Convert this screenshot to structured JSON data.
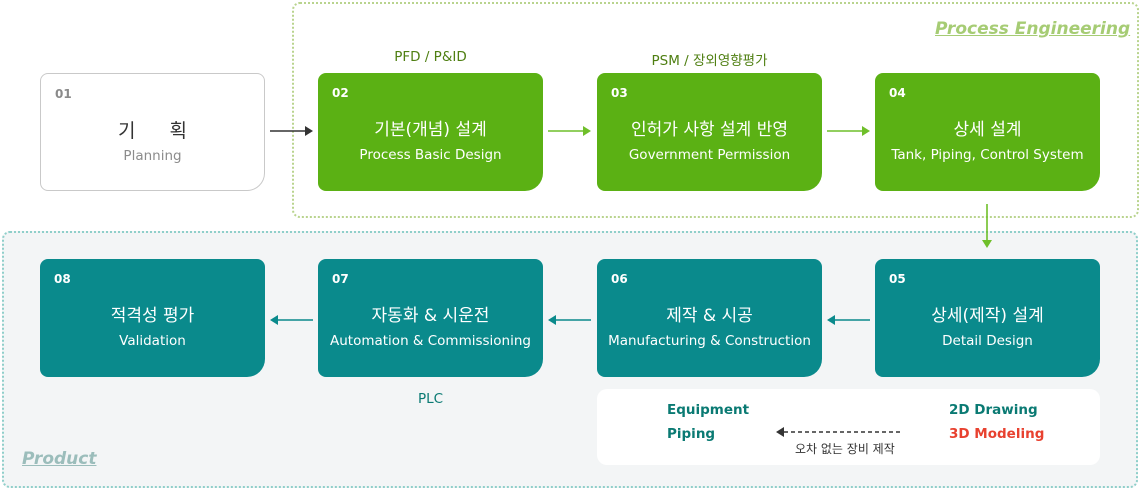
{
  "regions": {
    "process_engineering": "Process Engineering",
    "product": "Product"
  },
  "steps": [
    {
      "num": "01",
      "ko": "기 획",
      "en": "Planning"
    },
    {
      "num": "02",
      "ko": "기본(개념) 설계",
      "en": "Process Basic Design"
    },
    {
      "num": "03",
      "ko": "인허가 사항 설계 반영",
      "en": "Government Permission"
    },
    {
      "num": "04",
      "ko": "상세 설계",
      "en": "Tank, Piping, Control System"
    },
    {
      "num": "05",
      "ko": "상세(제작) 설계",
      "en": "Detail Design"
    },
    {
      "num": "06",
      "ko": "제작 & 시공",
      "en": "Manufacturing & Construction"
    },
    {
      "num": "07",
      "ko": "자동화 & 시운전",
      "en": "Automation & Commissioning"
    },
    {
      "num": "08",
      "ko": "적격성 평가",
      "en": "Validation"
    }
  ],
  "labels": {
    "pfd": "PFD / P&ID",
    "psm": "PSM / 장외영향평가",
    "plc": "PLC"
  },
  "info": {
    "equipment": "Equipment",
    "piping": "Piping",
    "drawing_2d": "2D Drawing",
    "modeling_3d": "3D Modeling",
    "note": "오차 없는 장비 제작"
  },
  "colors": {
    "green": "#5bb114",
    "teal": "#0a8a8c",
    "red": "#e8412f"
  }
}
